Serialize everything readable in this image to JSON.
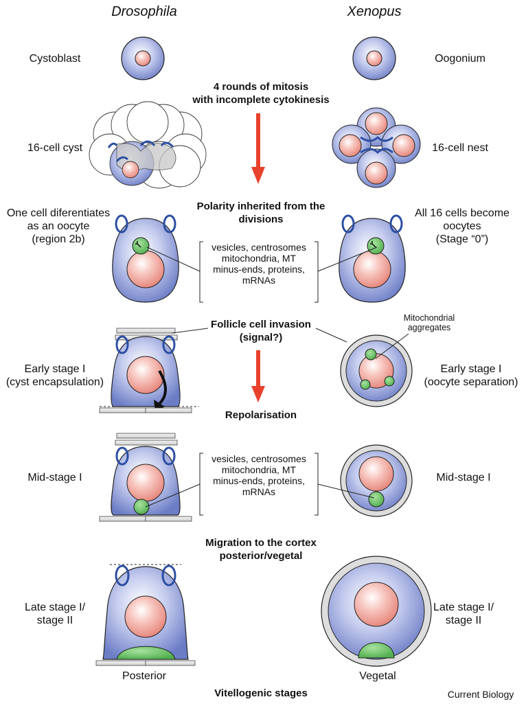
{
  "columns": {
    "left": "Drosophila",
    "right": "Xenopus"
  },
  "rows": {
    "r1": {
      "left": "Cystoblast",
      "right": "Oogonium"
    },
    "mitosis": "4 rounds of mitosis\nwith incomplete cytokinesis",
    "r2": {
      "left": "16-cell cyst",
      "right": "16-cell nest"
    },
    "polarity": "Polarity inherited from the\ndivisions",
    "r3": {
      "left": "One cell diferentiates\nas an oocyte\n(region 2b)",
      "right": "All 16 cells become\noocytes\n(Stage “0”)"
    },
    "bracket1": "vesicles, centrosomes\nmitochondria, MT\nminus-ends, proteins,\nmRNAs",
    "follicle": "Follicle cell invasion\n(signal?)",
    "mito_label": "Mitochondrial\naggregates",
    "r4": {
      "left": "Early stage I\n(cyst encapsulation)",
      "right": "Early stage I\n(oocyte separation)"
    },
    "repolarisation": "Repolarisation",
    "r5": {
      "left": "Mid-stage I",
      "right": "Mid-stage I"
    },
    "bracket2": "vesicles, centrosomes\nmitochondria, MT\nminus-ends, proteins,\nmRNAs",
    "migration": "Migration to the cortex\nposterior/vegetal",
    "r6": {
      "left": "Late stage I/\nstage II",
      "right": "Late stage I/\nstage II"
    },
    "posterior": "Posterior",
    "vegetal": "Vegetal",
    "vitellogenic": "Vitellogenic stages",
    "credit": "Current Biology"
  },
  "colors": {
    "arrow": "#e8412c",
    "cell": "#7f8fd3",
    "nucleus": "#f1a49c",
    "green": "#6cc36a",
    "ring": "#3b5aa8"
  }
}
